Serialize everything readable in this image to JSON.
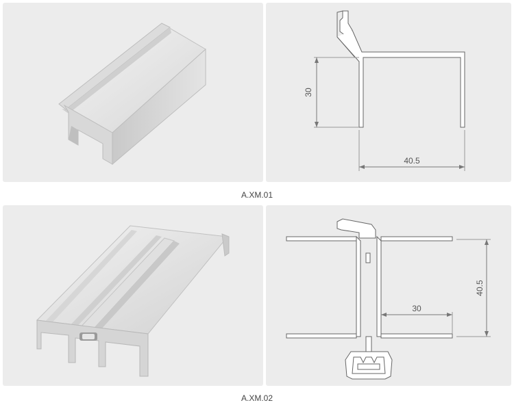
{
  "products": [
    {
      "caption": "A.XM.01",
      "dim_height": "30",
      "dim_width": "40.5"
    },
    {
      "caption": "A.XM.02",
      "dim_width": "30",
      "dim_height": "40.5"
    }
  ]
}
